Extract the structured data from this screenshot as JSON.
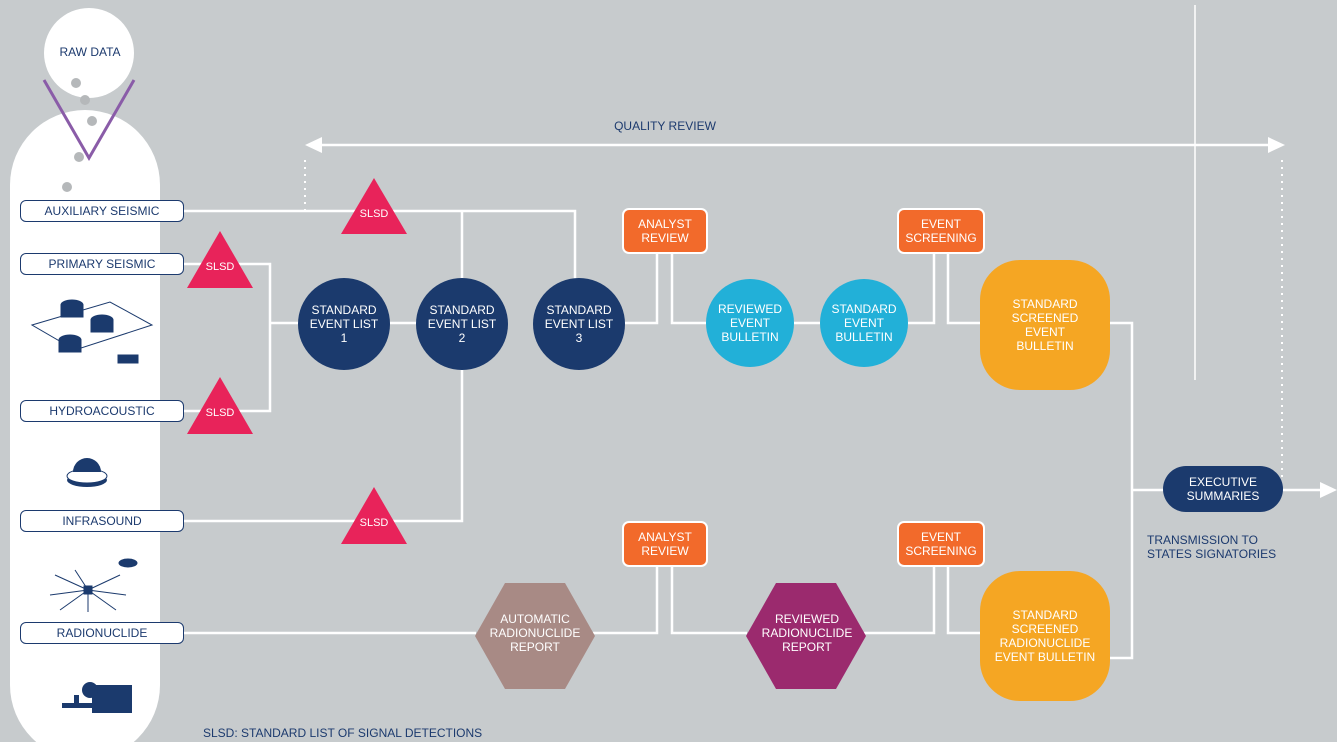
{
  "raw_data": "RAW DATA",
  "quality_review": "QUALITY REVIEW",
  "sources": {
    "auxiliary_seismic": "AUXILIARY SEISMIC",
    "primary_seismic": "PRIMARY SEISMIC",
    "hydroacoustic": "HYDROACOUSTIC",
    "infrasound": "INFRASOUND",
    "radionuclide": "RADIONUCLIDE"
  },
  "slsd": "SLSD",
  "sel1": "STANDARD EVENT LIST 1",
  "sel2": "STANDARD EVENT LIST 2",
  "sel3": "STANDARD EVENT LIST 3",
  "analyst_review": "ANALYST REVIEW",
  "event_screening": "EVENT SCREENING",
  "reviewed_event_bulletin": "REVIEWED EVENT BULLETIN",
  "standard_event_bulletin": "STANDARD EVENT BULLETIN",
  "standard_screened_event_bulletin": "STANDARD SCREENED EVENT BULLETIN",
  "automatic_radionuclide_report": "AUTOMATIC RADIONUCLIDE REPORT",
  "reviewed_radionuclide_report": "REVIEWED RADIONUCLIDE REPORT",
  "standard_screened_radionuclide_event_bulletin": "STANDARD SCREENED RADIONUCLIDE EVENT BULLETIN",
  "executive_summaries": "EXECUTIVE SUMMARIES",
  "transmission": "TRANSMISSION TO STATES SIGNATORIES",
  "footnote": "SLSD:  STANDARD LIST OF SIGNAL DETECTIONS",
  "colors": {
    "navy": "#1b3a6d",
    "cyan": "#22b0d8",
    "orange": "#f26a2b",
    "yellow": "#f5a623",
    "crimson": "#e8235a",
    "purple": "#9b2a6e",
    "mauve": "#a88a85",
    "violet": "#8a5ca8"
  }
}
